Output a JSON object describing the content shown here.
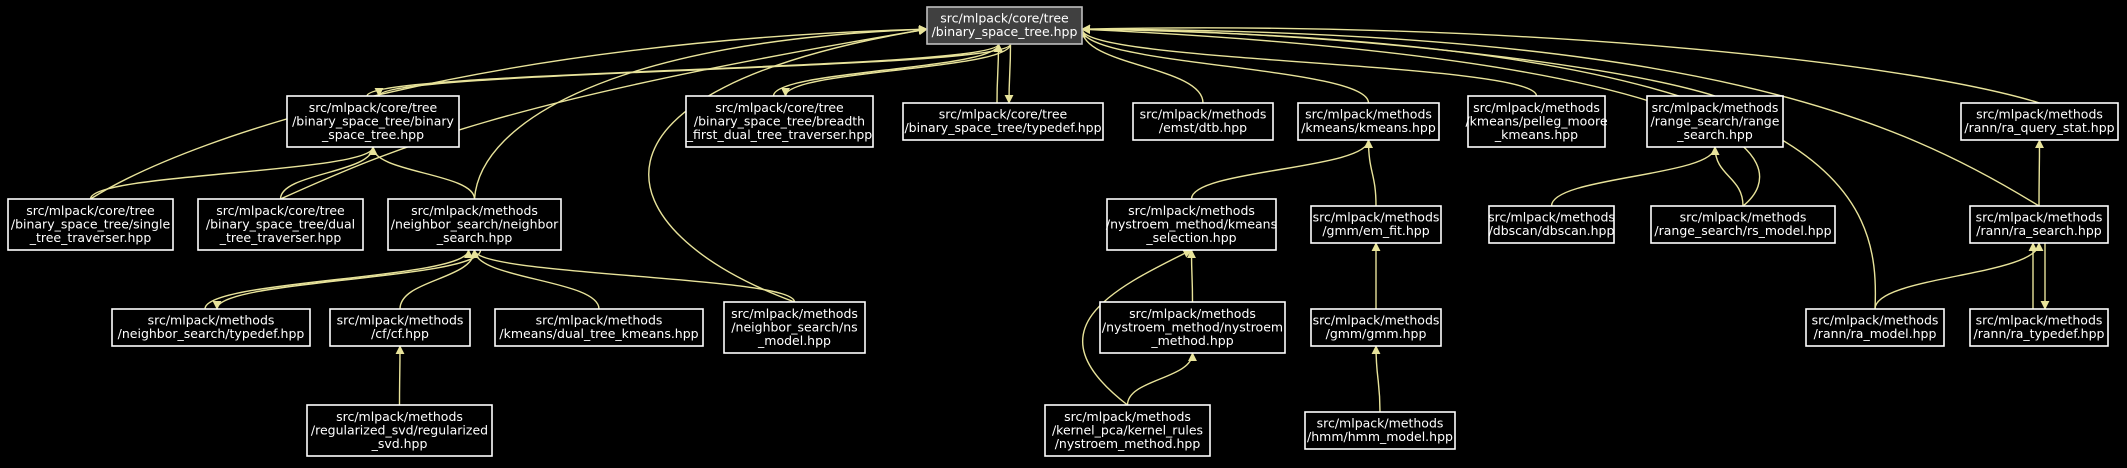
{
  "graph": {
    "edge_color": "#e8e39a",
    "node_border": "#ffffff",
    "root_fill": "#404040",
    "nodes": [
      {
        "id": "root",
        "lines": [
          "src/mlpack/core/tree",
          "/binary_space_tree.hpp"
        ]
      },
      {
        "id": "bst_bst",
        "lines": [
          "src/mlpack/core/tree",
          "/binary_space_tree/binary",
          "_space_tree.hpp"
        ]
      },
      {
        "id": "breadth",
        "lines": [
          "src/mlpack/core/tree",
          "/binary_space_tree/breadth",
          "_first_dual_tree_traverser.hpp"
        ]
      },
      {
        "id": "typedef_bst",
        "lines": [
          "src/mlpack/core/tree",
          "/binary_space_tree/typedef.hpp"
        ]
      },
      {
        "id": "emst",
        "lines": [
          "src/mlpack/methods",
          "/emst/dtb.hpp"
        ]
      },
      {
        "id": "kmeans",
        "lines": [
          "src/mlpack/methods",
          "/kmeans/kmeans.hpp"
        ]
      },
      {
        "id": "pelleg",
        "lines": [
          "src/mlpack/methods",
          "/kmeans/pelleg_moore",
          "_kmeans.hpp"
        ]
      },
      {
        "id": "range_search",
        "lines": [
          "src/mlpack/methods",
          "/range_search/range",
          "_search.hpp"
        ]
      },
      {
        "id": "ra_query_stat",
        "lines": [
          "src/mlpack/methods",
          "/rann/ra_query_stat.hpp"
        ]
      },
      {
        "id": "single",
        "lines": [
          "src/mlpack/core/tree",
          "/binary_space_tree/single",
          "_tree_traverser.hpp"
        ]
      },
      {
        "id": "dual",
        "lines": [
          "src/mlpack/core/tree",
          "/binary_space_tree/dual",
          "_tree_traverser.hpp"
        ]
      },
      {
        "id": "ns",
        "lines": [
          "src/mlpack/methods",
          "/neighbor_search/neighbor",
          "_search.hpp"
        ]
      },
      {
        "id": "nystroem_kmeans",
        "lines": [
          "src/mlpack/methods",
          "/nystroem_method/kmeans",
          "_selection.hpp"
        ]
      },
      {
        "id": "em_fit",
        "lines": [
          "src/mlpack/methods",
          "/gmm/em_fit.hpp"
        ]
      },
      {
        "id": "dbscan",
        "lines": [
          "src/mlpack/methods",
          "/dbscan/dbscan.hpp"
        ]
      },
      {
        "id": "rs_model",
        "lines": [
          "src/mlpack/methods",
          "/range_search/rs_model.hpp"
        ]
      },
      {
        "id": "ra_search",
        "lines": [
          "src/mlpack/methods",
          "/rann/ra_search.hpp"
        ]
      },
      {
        "id": "ns_typedef",
        "lines": [
          "src/mlpack/methods",
          "/neighbor_search/typedef.hpp"
        ]
      },
      {
        "id": "cf",
        "lines": [
          "src/mlpack/methods",
          "/cf/cf.hpp"
        ]
      },
      {
        "id": "dual_kmeans",
        "lines": [
          "src/mlpack/methods",
          "/kmeans/dual_tree_kmeans.hpp"
        ]
      },
      {
        "id": "ns_model",
        "lines": [
          "src/mlpack/methods",
          "/neighbor_search/ns",
          "_model.hpp"
        ]
      },
      {
        "id": "nystroem_method",
        "lines": [
          "src/mlpack/methods",
          "/nystroem_method/nystroem",
          "_method.hpp"
        ]
      },
      {
        "id": "gmm",
        "lines": [
          "src/mlpack/methods",
          "/gmm/gmm.hpp"
        ]
      },
      {
        "id": "ra_model",
        "lines": [
          "src/mlpack/methods",
          "/rann/ra_model.hpp"
        ]
      },
      {
        "id": "ra_typedef",
        "lines": [
          "src/mlpack/methods",
          "/rann/ra_typedef.hpp"
        ]
      },
      {
        "id": "reg_svd",
        "lines": [
          "src/mlpack/methods",
          "/regularized_svd/regularized",
          "_svd.hpp"
        ]
      },
      {
        "id": "kernel_rules",
        "lines": [
          "src/mlpack/methods",
          "/kernel_pca/kernel_rules",
          "/nystroem_method.hpp"
        ]
      },
      {
        "id": "hmm",
        "lines": [
          "src/mlpack/methods",
          "/hmm/hmm_model.hpp"
        ]
      }
    ],
    "edges": [
      {
        "from": "bst_bst",
        "to": "root"
      },
      {
        "from": "breadth",
        "to": "root"
      },
      {
        "from": "typedef_bst",
        "to": "root"
      },
      {
        "from": "emst",
        "to": "root"
      },
      {
        "from": "kmeans",
        "to": "root"
      },
      {
        "from": "pelleg",
        "to": "root"
      },
      {
        "from": "range_search",
        "to": "root"
      },
      {
        "from": "ra_query_stat",
        "to": "root"
      },
      {
        "from": "single",
        "to": "root"
      },
      {
        "from": "dual",
        "to": "root"
      },
      {
        "from": "ns",
        "to": "root"
      },
      {
        "from": "ns_model",
        "to": "root"
      },
      {
        "from": "rs_model",
        "to": "root"
      },
      {
        "from": "ra_model",
        "to": "root"
      },
      {
        "from": "ra_search",
        "to": "root"
      },
      {
        "from": "root",
        "to": "typedef_bst"
      },
      {
        "from": "root",
        "to": "bst_bst"
      },
      {
        "from": "root",
        "to": "breadth"
      },
      {
        "from": "single",
        "to": "bst_bst"
      },
      {
        "from": "dual",
        "to": "bst_bst"
      },
      {
        "from": "ns",
        "to": "bst_bst"
      },
      {
        "from": "ns_typedef",
        "to": "ns"
      },
      {
        "from": "ns",
        "to": "ns_typedef"
      },
      {
        "from": "cf",
        "to": "ns"
      },
      {
        "from": "dual_kmeans",
        "to": "ns"
      },
      {
        "from": "ns_model",
        "to": "ns"
      },
      {
        "from": "reg_svd",
        "to": "cf"
      },
      {
        "from": "nystroem_kmeans",
        "to": "kmeans"
      },
      {
        "from": "em_fit",
        "to": "kmeans"
      },
      {
        "from": "nystroem_method",
        "to": "nystroem_kmeans"
      },
      {
        "from": "kernel_rules",
        "to": "nystroem_kmeans"
      },
      {
        "from": "kernel_rules",
        "to": "nystroem_method"
      },
      {
        "from": "gmm",
        "to": "em_fit"
      },
      {
        "from": "hmm",
        "to": "gmm"
      },
      {
        "from": "dbscan",
        "to": "range_search"
      },
      {
        "from": "rs_model",
        "to": "range_search"
      },
      {
        "from": "ra_search",
        "to": "ra_query_stat"
      },
      {
        "from": "ra_model",
        "to": "ra_search"
      },
      {
        "from": "ra_typedef",
        "to": "ra_search"
      },
      {
        "from": "ra_search",
        "to": "ra_typedef"
      }
    ]
  }
}
